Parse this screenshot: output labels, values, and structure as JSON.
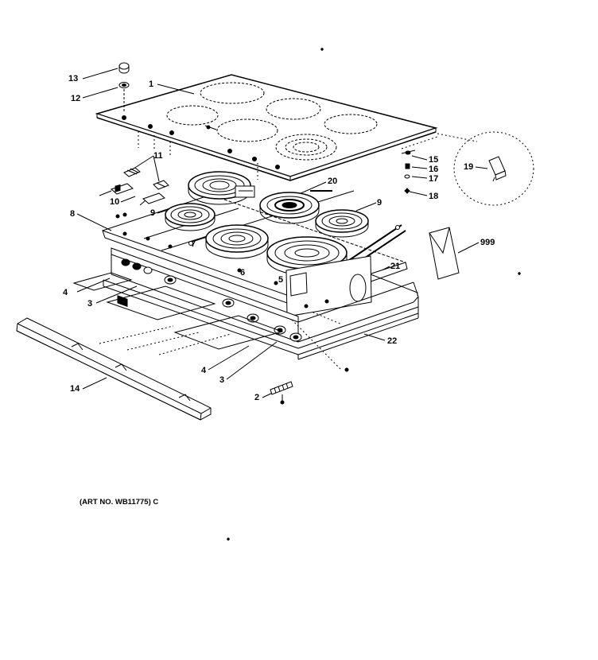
{
  "diagram": {
    "part_labels": [
      "13",
      "12",
      "1",
      "11",
      "10",
      "9",
      "8",
      "20",
      "9",
      "15",
      "16",
      "17",
      "18",
      "19",
      "999",
      "21",
      "6",
      "5",
      "7",
      "4",
      "3",
      "22",
      "4",
      "3",
      "2",
      "14"
    ],
    "art_number": "(ART NO. WB11775) C",
    "colors": {
      "line": "#000000",
      "background": "#ffffff"
    }
  }
}
